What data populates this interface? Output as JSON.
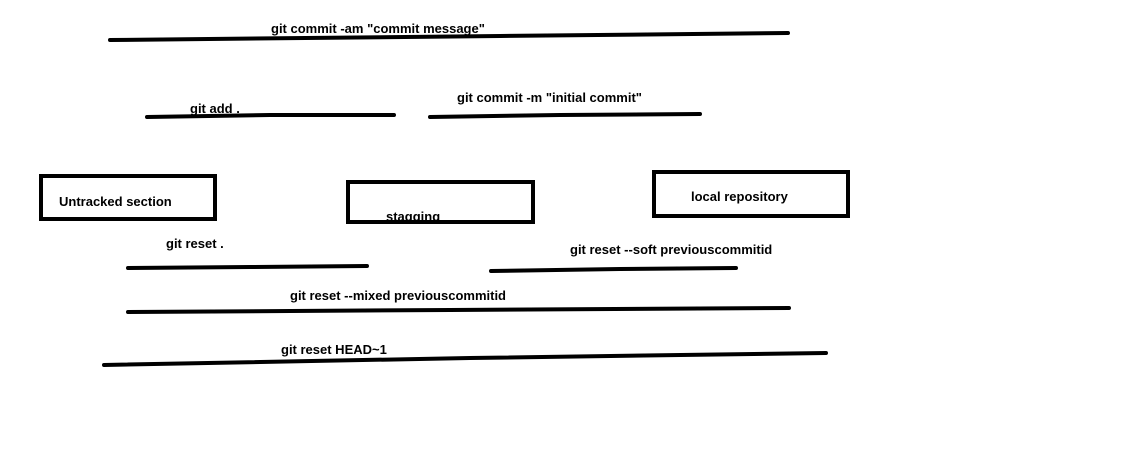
{
  "diagram": {
    "nodes": {
      "untracked": {
        "label": "Untracked section"
      },
      "staging": {
        "label": "stagging"
      },
      "local_repo": {
        "label": "local repository"
      }
    },
    "commands": {
      "commit_am": "git commit -am \"commit message\"",
      "add": "git add .",
      "commit_m": "git commit -m \"initial commit\"",
      "reset_dot": "git reset .",
      "reset_soft": "git reset --soft previouscommitid",
      "reset_mixed": "git reset --mixed previouscommitid",
      "reset_head": "git reset HEAD~1"
    },
    "colors": {
      "stroke": "#000000",
      "background": "#ffffff"
    }
  }
}
